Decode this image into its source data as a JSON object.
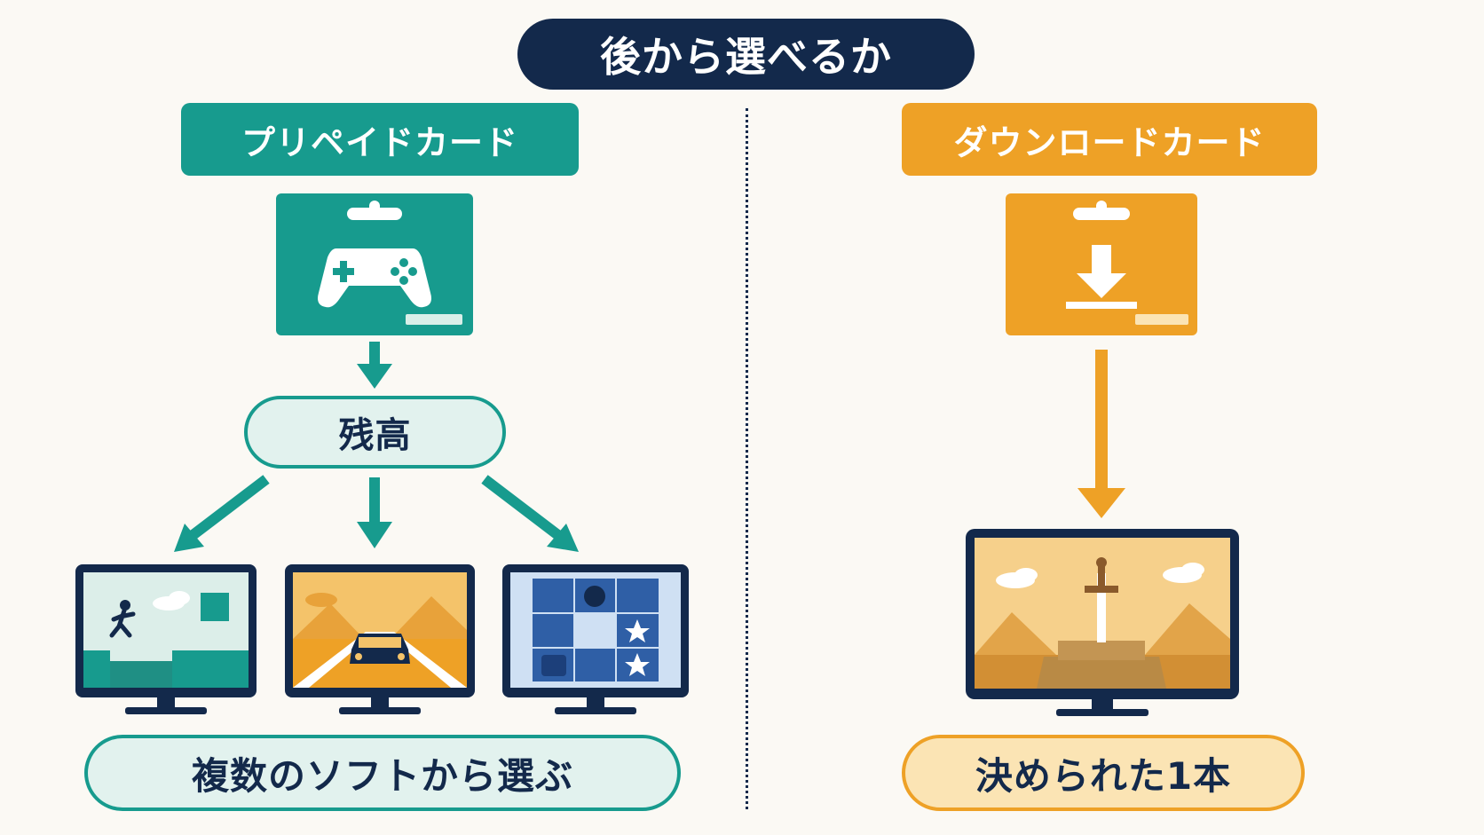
{
  "title": "後から選べるか",
  "left": {
    "header": "プリペイドカード",
    "balance_label": "残高",
    "result_label": "複数のソフトから選ぶ",
    "color": "#179b8e"
  },
  "right": {
    "header": "ダウンロードカード",
    "result_label": "決められた1本",
    "color": "#eea126"
  },
  "colors": {
    "navy": "#13294b",
    "background": "#fbf9f4"
  },
  "icons": {
    "left_card": "gamepad-icon",
    "right_card": "download-icon",
    "screens": [
      "platformer-game-screen",
      "racing-game-screen",
      "puzzle-game-screen",
      "sword-adventure-screen"
    ]
  }
}
